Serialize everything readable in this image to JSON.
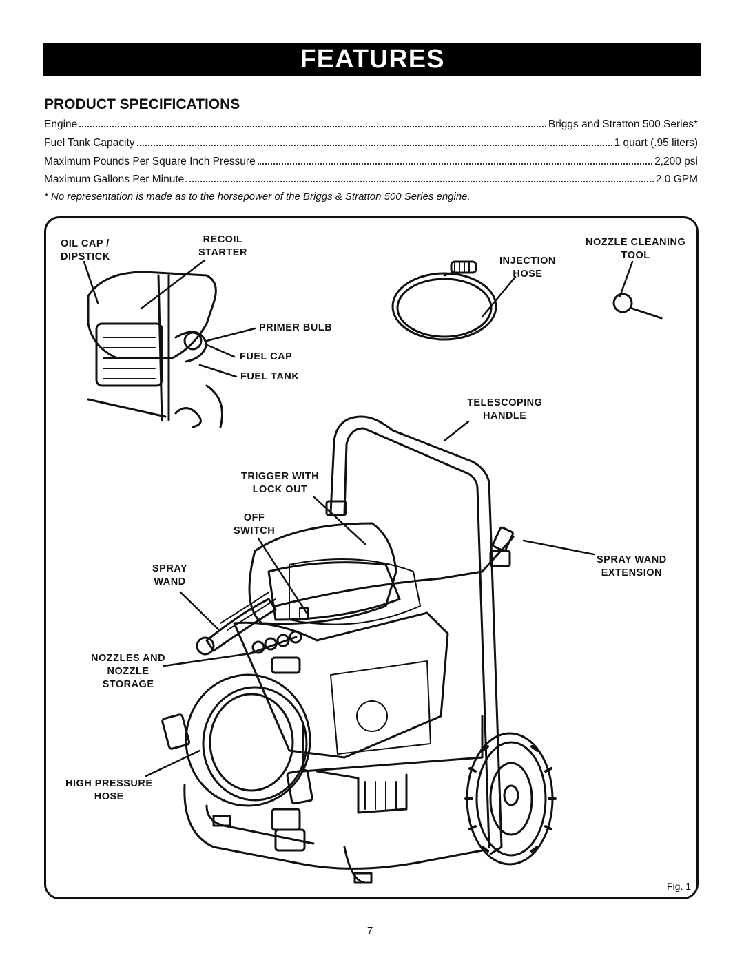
{
  "header": {
    "title": "FEATURES"
  },
  "specs": {
    "title": "PRODUCT SPECIFICATIONS",
    "rows": [
      {
        "label": "Engine",
        "value": "Briggs and Stratton 500 Series*"
      },
      {
        "label": "Fuel Tank Capacity",
        "value": "1 quart (.95 liters)"
      },
      {
        "label": "Maximum Pounds Per Square Inch Pressure",
        "value": "2,200 psi"
      },
      {
        "label": "Maximum Gallons Per Minute",
        "value": "2.0 GPM"
      }
    ],
    "footnote": "* No representation is made as to the horsepower of the Briggs & Stratton 500 Series engine."
  },
  "figure": {
    "callouts": {
      "oil_cap": "OIL CAP /\nDIPSTICK",
      "recoil": "RECOIL\nSTARTER",
      "injection_hose": "INJECTION\nHOSE",
      "nozzle_tool": "NOZZLE CLEANING\nTOOL",
      "primer_bulb": "PRIMER BULB",
      "fuel_cap": "FUEL CAP",
      "fuel_tank": "FUEL TANK",
      "telescoping_handle": "TELESCOPING\nHANDLE",
      "trigger": "TRIGGER WITH\nLOCK OUT",
      "off_switch": "OFF\nSWITCH",
      "spray_wand": "SPRAY\nWAND",
      "spray_wand_ext": "SPRAY WAND\nEXTENSION",
      "nozzles": "NOZZLES AND\nNOZZLE\nSTORAGE",
      "hp_hose": "HIGH PRESSURE\nHOSE"
    },
    "fig_label": "Fig. 1"
  },
  "page_number": "7"
}
